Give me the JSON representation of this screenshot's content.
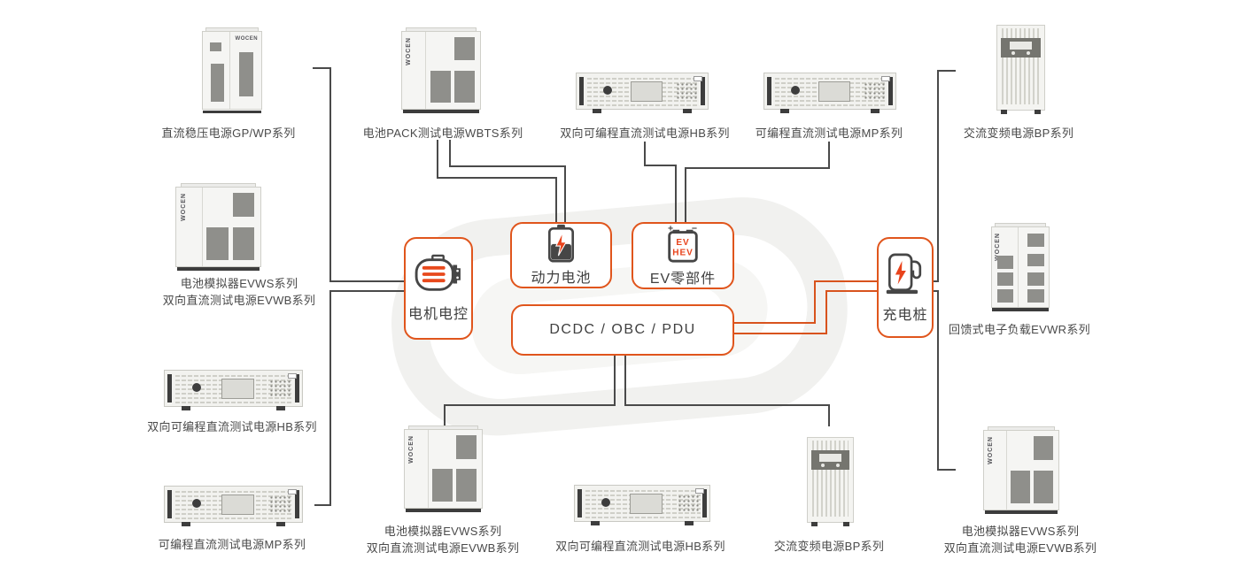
{
  "brand": "WOCEN",
  "colors": {
    "accent": "#E0551C",
    "line": "#4A4A4A",
    "icon_accent": "#E8431C",
    "label_text": "#4A4A4A"
  },
  "devices": {
    "gp_wp": {
      "label": "直流稳压电源GP/WP系列"
    },
    "wbts": {
      "label": "电池PACK测试电源WBTS系列"
    },
    "hb_top": {
      "label": "双向可编程直流测试电源HB系列"
    },
    "mp_top": {
      "label": "可编程直流测试电源MP系列"
    },
    "bp_top": {
      "label": "交流变频电源BP系列"
    },
    "evws_left": {
      "label1": "电池模拟器EVWS系列",
      "label2": "双向直流测试电源EVWB系列"
    },
    "hb_left": {
      "label": "双向可编程直流测试电源HB系列"
    },
    "mp_left": {
      "label": "可编程直流测试电源MP系列"
    },
    "evwr_right": {
      "label": "回馈式电子负载EVWR系列"
    },
    "evws_bottom": {
      "label1": "电池模拟器EVWS系列",
      "label2": "双向直流测试电源EVWB系列"
    },
    "hb_bottom": {
      "label": "双向可编程直流测试电源HB系列"
    },
    "bp_bottom": {
      "label": "交流变频电源BP系列"
    },
    "evws_right": {
      "label1": "电池模拟器EVWS系列",
      "label2": "双向直流测试电源EVWB系列"
    }
  },
  "vehicle_modules": {
    "motor": "电机电控",
    "battery": "动力电池",
    "ev_parts": "EV零部件",
    "converter": "DCDC / OBC / PDU",
    "charger": "充电桩",
    "ev_icon_text1": "EV",
    "ev_icon_text2": "HEV"
  }
}
